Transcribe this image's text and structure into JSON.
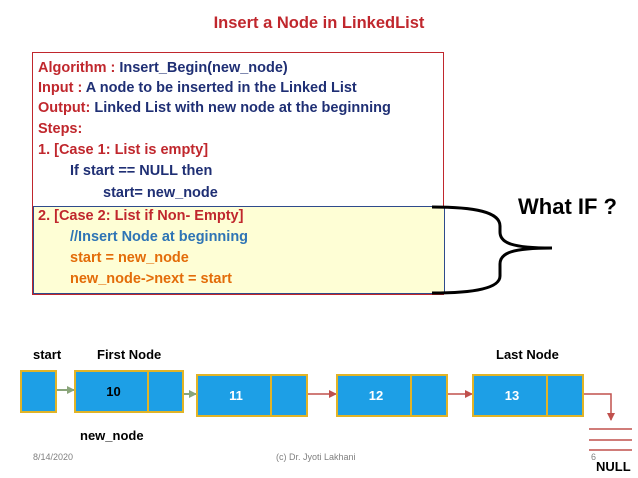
{
  "slide": {
    "title": "Insert a Node in LinkedList",
    "algorithm_label": "Algorithm : ",
    "algorithm_value": "Insert_Begin(new_node)",
    "input_label": "Input : ",
    "input_value": "A node to be inserted in the Linked List",
    "output_label": "Output: ",
    "output_value": "Linked List with new node at the beginning",
    "steps_label": "Steps:",
    "case1": "1. [Case 1: List is empty]",
    "case1_line1": "If start == NULL then",
    "case1_line2": "start= new_node",
    "case2": "2. [Case 2: List if Non- Empty]",
    "case2_comment": "//Insert Node at beginning",
    "case2_line1": "start = new_node",
    "case2_line2": "new_node->next = start",
    "what_if": "What IF ?"
  },
  "diagram": {
    "start_label": "start",
    "first_node_label": "First Node",
    "last_node_label": "Last Node",
    "new_node_label": "new_node",
    "null_label": "NULL",
    "nodes": [
      "10",
      "11",
      "12",
      "13"
    ],
    "colors": {
      "node_fill": "#1d9fe6",
      "node_border": "#e1b427",
      "arrow_red": "#c0504d",
      "arrow_green": "#8aa57a"
    }
  },
  "footer": {
    "date": "8/14/2020",
    "author": "(c) Dr. Jyoti Lakhani",
    "page": "6"
  }
}
